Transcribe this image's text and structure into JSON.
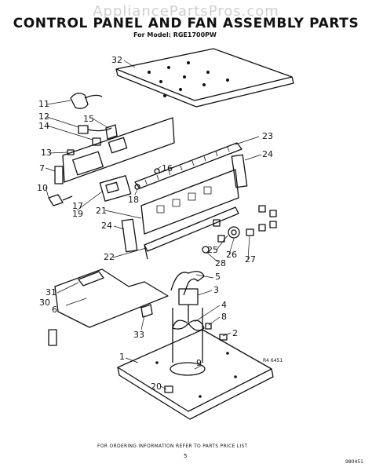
{
  "watermark": "AppliancePartsPros.com",
  "title": "CONTROL PANEL AND FAN ASSEMBLY PARTS",
  "subtitle": "For Model: RGE1700PW",
  "footer": "FOR ORDERING INFORMATION REFER TO PARTS PRICE LIST",
  "page_number": "5",
  "doc_number": "980451",
  "ref_code": "R4 6451",
  "callouts": [
    "32",
    "11",
    "12",
    "14",
    "15",
    "13",
    "7",
    "10",
    "17",
    "19",
    "16",
    "18",
    "21",
    "23",
    "24",
    "24",
    "22",
    "25",
    "26",
    "27",
    "28",
    "31",
    "30",
    "6",
    "33",
    "5",
    "3",
    "4",
    "8",
    "2",
    "1",
    "9",
    "20"
  ]
}
